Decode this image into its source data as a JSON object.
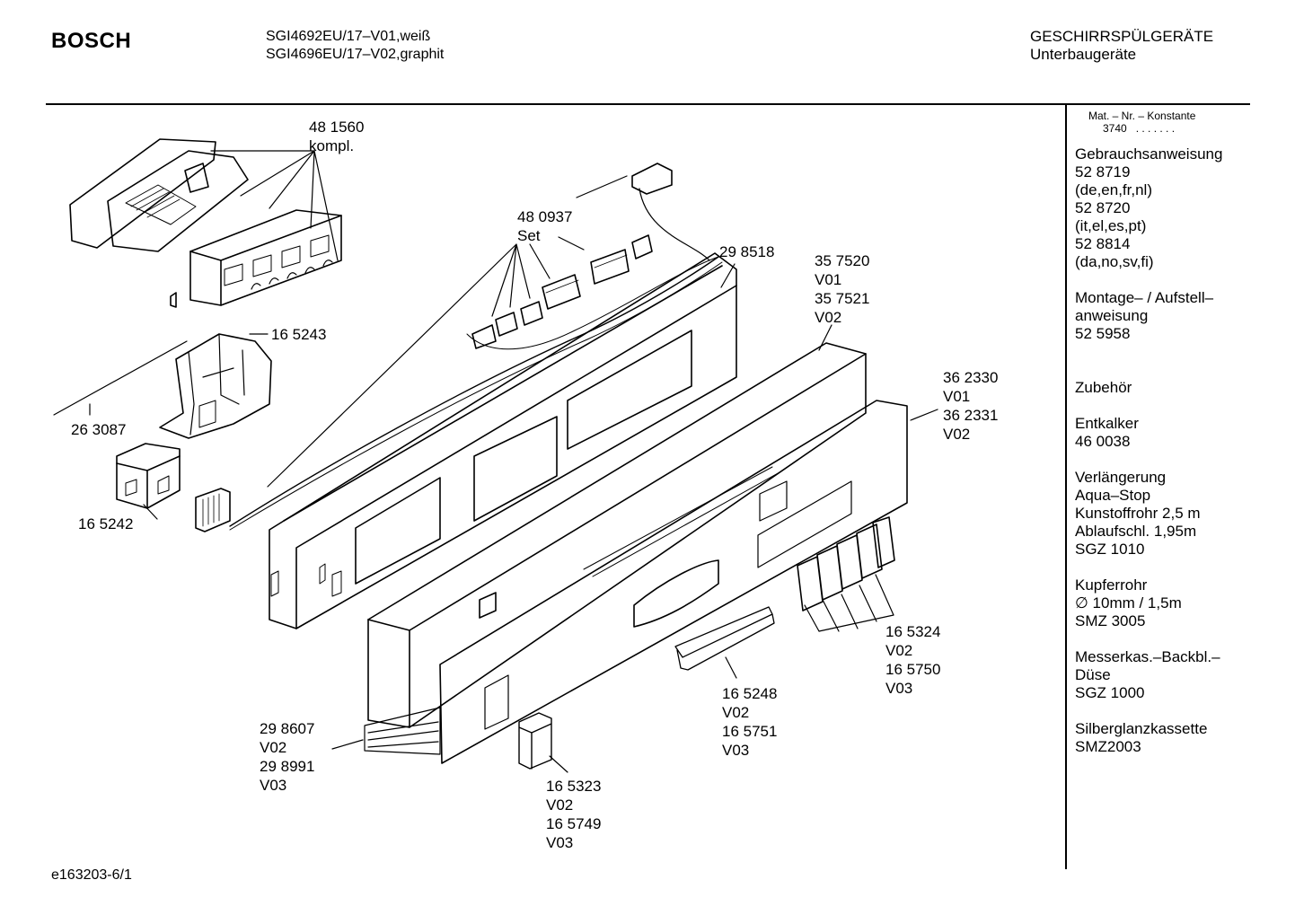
{
  "header": {
    "brand": "BOSCH",
    "model_lines": [
      "SGI4692EU/17–V01,weiß",
      "SGI4696EU/17–V02,graphit"
    ],
    "category": "GESCHIRRSPÜLGERÄTE",
    "subcategory": "Unterbaugeräte"
  },
  "sidebar": {
    "mat_label": "Mat. – Nr. – Konstante",
    "mat_value": "3740",
    "mat_dots": ". . .   . . . .",
    "groups": [
      {
        "lines": [
          "Gebrauchsanweisung",
          "52 8719",
          "(de,en,fr,nl)",
          "52 8720",
          "(it,el,es,pt)",
          "52 8814",
          "(da,no,sv,fi)"
        ]
      },
      {
        "lines": [
          "Montage– / Aufstell–",
          "anweisung",
          "52 5958"
        ],
        "gap2": true
      },
      {
        "lines": [
          "Zubehör"
        ]
      },
      {
        "lines": [
          "Entkalker",
          "46 0038"
        ]
      },
      {
        "lines": [
          "Verlängerung",
          "Aqua–Stop",
          "Kunstoffrohr 2,5 m",
          "Ablaufschl. 1,95m",
          "SGZ 1010"
        ]
      },
      {
        "lines": [
          "Kupferrohr",
          "∅ 10mm / 1,5m",
          "SMZ 3005"
        ]
      },
      {
        "lines": [
          "Messerkas.–Backbl.–",
          "Düse",
          "SGZ 1000"
        ]
      },
      {
        "lines": [
          "Silberglanzkassette",
          "SMZ2003"
        ]
      }
    ]
  },
  "parts": [
    {
      "id": "p481560",
      "lines": [
        "48 1560",
        "kompl."
      ]
    },
    {
      "id": "p480937",
      "lines": [
        "48 0937",
        "Set"
      ]
    },
    {
      "id": "p298518",
      "lines": [
        "29 8518"
      ]
    },
    {
      "id": "p357520",
      "lines": [
        "35 7520",
        "V01",
        "35 7521",
        "V02"
      ]
    },
    {
      "id": "p165243",
      "lines": [
        "16 5243"
      ]
    },
    {
      "id": "p263087",
      "lines": [
        "26 3087"
      ]
    },
    {
      "id": "p362330",
      "lines": [
        "36 2330",
        "V01",
        "36 2331",
        "V02"
      ]
    },
    {
      "id": "p165242",
      "lines": [
        "16 5242"
      ]
    },
    {
      "id": "p165324",
      "lines": [
        "16 5324",
        "V02",
        "16 5750",
        "V03"
      ]
    },
    {
      "id": "p165248",
      "lines": [
        "16 5248",
        "V02",
        "16 5751",
        "V03"
      ]
    },
    {
      "id": "p298607",
      "lines": [
        "29 8607",
        "V02",
        "29 8991",
        "V03"
      ]
    },
    {
      "id": "p165323",
      "lines": [
        "16 5323",
        "V02",
        "16 5749",
        "V03"
      ]
    }
  ],
  "footer": {
    "code": "e163203-6/1"
  }
}
